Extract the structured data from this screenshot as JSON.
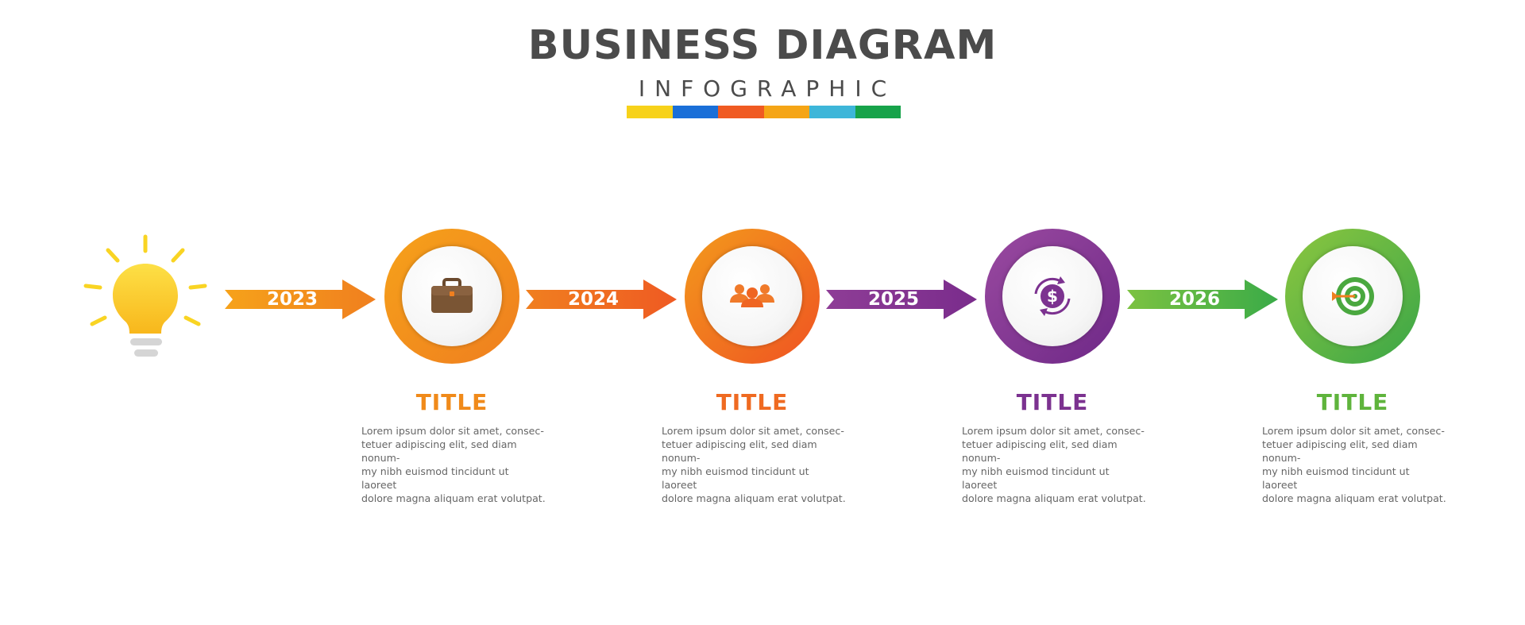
{
  "header": {
    "title": "BUSINESS DIAGRAM",
    "subtitle": "INFOGRAPHIC",
    "color_bar": [
      "#f7d21a",
      "#1a6fd8",
      "#f05a22",
      "#f5a516",
      "#3db6d9",
      "#17a34a"
    ]
  },
  "start_icon": "lightbulb-icon",
  "arrows": [
    {
      "year": "2023",
      "color_from": "#f6a21a",
      "color_to": "#f07f1f"
    },
    {
      "year": "2024",
      "color_from": "#f07f1f",
      "color_to": "#ef5a23"
    },
    {
      "year": "2025",
      "color_from": "#8e3d96",
      "color_to": "#7a2c8c"
    },
    {
      "year": "2026",
      "color_from": "#7cc241",
      "color_to": "#3aab48"
    }
  ],
  "steps": [
    {
      "icon": "briefcase-icon",
      "title": "TITLE",
      "color": "#f08a1a",
      "ring_from": "#f6a21a",
      "ring_to": "#ef7e1f",
      "text": "Lorem ipsum dolor sit amet, consec-\ntetuer adipiscing elit, sed diam nonum-\nmy nibh euismod tincidunt ut laoreet\ndolore magna aliquam erat volutpat."
    },
    {
      "icon": "team-icon",
      "title": "TITLE",
      "color": "#ef6a21",
      "ring_from": "#f39a1c",
      "ring_to": "#ef5322",
      "text": "Lorem ipsum dolor sit amet, consec-\ntetuer adipiscing elit, sed diam nonum-\nmy nibh euismod tincidunt ut laoreet\ndolore magna aliquam erat volutpat."
    },
    {
      "icon": "dollar-cycle-icon",
      "title": "TITLE",
      "color": "#7c3290",
      "ring_from": "#9a4aa0",
      "ring_to": "#6e2887",
      "text": "Lorem ipsum dolor sit amet, consec-\ntetuer adipiscing elit, sed diam nonum-\nmy nibh euismod tincidunt ut laoreet\ndolore magna aliquam erat volutpat."
    },
    {
      "icon": "target-icon",
      "title": "TITLE",
      "color": "#5fb43c",
      "ring_from": "#8cc63f",
      "ring_to": "#3aa648",
      "text": "Lorem ipsum dolor sit amet, consec-\ntetuer adipiscing elit, sed diam nonum-\nmy nibh euismod tincidunt ut laoreet\ndolore magna aliquam erat volutpat."
    }
  ]
}
